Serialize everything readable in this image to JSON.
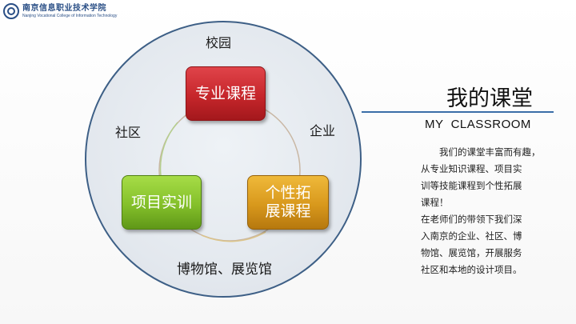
{
  "logo": {
    "name_cn": "南京信息职业技术学院",
    "name_en": "Nanjing Vocational College of Information Technology"
  },
  "diagram": {
    "outer_labels": {
      "top": "校园",
      "left": "社区",
      "right": "企业",
      "bottom": "博物馆、展览馆"
    },
    "boxes": {
      "top": "专业课程",
      "left": "项目实训",
      "right": "个性拓展课程"
    },
    "colors": {
      "top_box": "#c6262b",
      "left_box": "#84c02a",
      "right_box": "#d8981c",
      "outer_circle_border": "#3d5f86"
    }
  },
  "heading": {
    "title_cn": "我的课堂",
    "title_en": "MY  CLASSROOM"
  },
  "paragraph": {
    "lines": [
      "我们的课堂丰富而有趣，",
      "从专业知识课程、项目实",
      "训等技能课程到个性拓展",
      "课程！",
      "在老师们的带领下我们深",
      "入南京的企业、社区、博",
      "物馆、展览馆，开展服务",
      "社区和本地的设计项目。"
    ]
  }
}
